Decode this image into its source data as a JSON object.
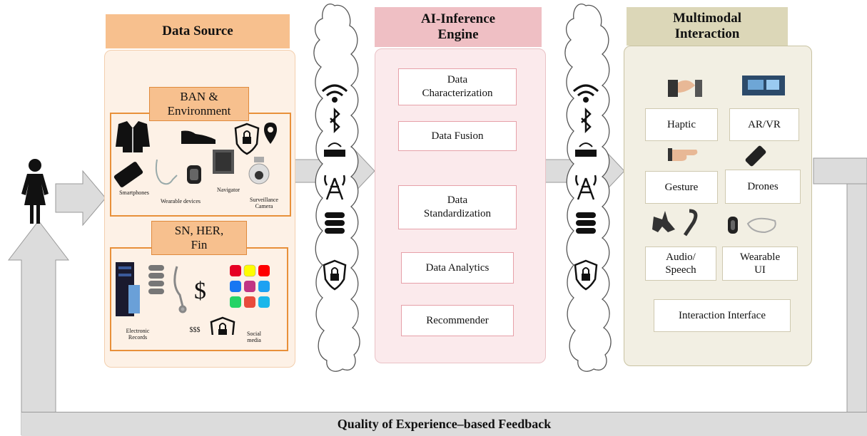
{
  "data_source": {
    "title": "Data Source",
    "ban": {
      "title_line1": "BAN &",
      "title_line2": "Environment",
      "labels": {
        "smartphones": "Smartphones",
        "wearable": "Wearable devices",
        "navigator": "Navigator",
        "surveillance_line1": "Surveillance",
        "surveillance_line2": "Camera"
      }
    },
    "sn": {
      "title_line1": "SN, HER,",
      "title_line2": "Fin",
      "labels": {
        "records_line1": "Electronic",
        "records_line2": "Records",
        "money": "$$$",
        "dollar": "$",
        "social_line1": "Social",
        "social_line2": "media"
      }
    }
  },
  "engine": {
    "title_line1": "AI-Inference",
    "title_line2": "Engine",
    "steps": {
      "characterization_line1": "Data",
      "characterization_line2": "Characterization",
      "fusion": "Data Fusion",
      "standardization_line1": "Data",
      "standardization_line2": "Standardization",
      "analytics": "Data Analytics",
      "recommender": "Recommender"
    }
  },
  "interaction": {
    "title_line1": "Multimodal",
    "title_line2": "Interaction",
    "modes": {
      "haptic": "Haptic",
      "arvr": "AR/VR",
      "gesture": "Gesture",
      "drones": "Drones",
      "audio_line1": "Audio/",
      "audio_line2": "Speech",
      "wearable_line1": "Wearable",
      "wearable_line2": "UI",
      "interface": "Interaction Interface"
    }
  },
  "feedback": "Quality of Experience–based Feedback",
  "colors": {
    "source_panel": "#fdf1e6",
    "source_header": "#f7c08e",
    "engine_panel": "#fbeaec",
    "engine_header": "#efbfc4",
    "interaction_panel": "#f2efe3",
    "interaction_header": "#dcd7b8",
    "arrow": "#dcdcdc"
  }
}
